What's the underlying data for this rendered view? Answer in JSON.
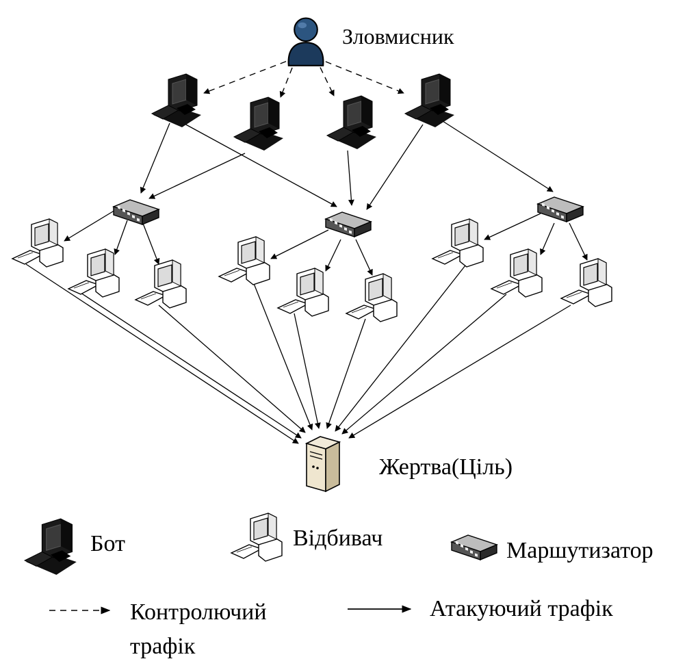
{
  "labels": {
    "attacker": "Зловмисник",
    "victim": "Жертва(Ціль)"
  },
  "legend": {
    "bot": "Бот",
    "reflector": "Відбивач",
    "router": "Маршутизатор",
    "control_traffic_line1": "Контролючий",
    "control_traffic_line2": "трафік",
    "attack_traffic": "Атакуючий трафік"
  }
}
